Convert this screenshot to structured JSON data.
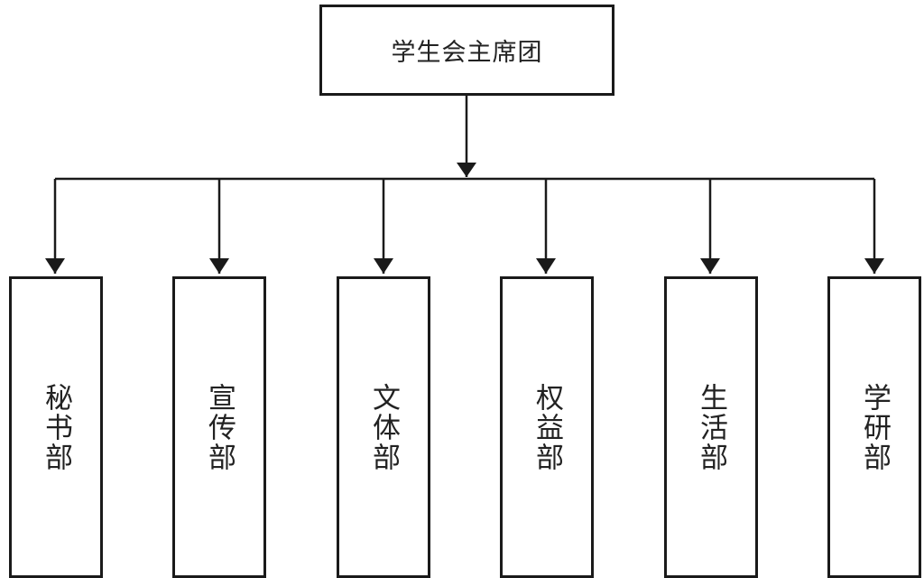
{
  "root": {
    "label": "学生会主席团"
  },
  "departments": [
    {
      "label": "秘书部"
    },
    {
      "label": "宣传部"
    },
    {
      "label": "文体部"
    },
    {
      "label": "权益部"
    },
    {
      "label": "生活部"
    },
    {
      "label": "学研部"
    }
  ],
  "colors": {
    "stroke": "#1a1a1a",
    "background": "#ffffff",
    "text": "#222222"
  }
}
